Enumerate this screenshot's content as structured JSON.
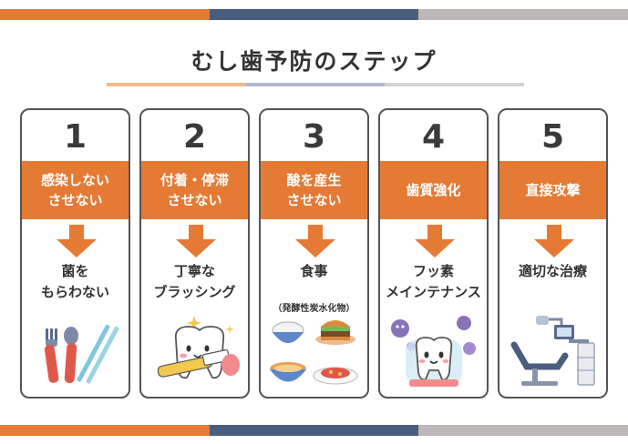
{
  "title": "むし歯予防のステップ",
  "colors": {
    "orange": "#E57A35",
    "navy": "#4B5D7E",
    "gray": "#BDB8B8",
    "peach": "#F2B98E",
    "lavender": "#B3B6D4"
  },
  "steps": [
    {
      "number": "1",
      "band": "感染しない\nさせない",
      "result": "菌を\nもらわない",
      "sub": "",
      "illustration": "utensils-icon"
    },
    {
      "number": "2",
      "band": "付着・停滞\nさせない",
      "result": "丁寧な\nブラッシング",
      "sub": "",
      "illustration": "tooth-brushing-icon"
    },
    {
      "number": "3",
      "band": "酸を産生\nさせない",
      "result": "食事",
      "sub": "（発酵性炭水化物）",
      "illustration": "food-icon"
    },
    {
      "number": "4",
      "band": "歯質強化",
      "result": "フッ素\nメインテナンス",
      "sub": "",
      "illustration": "tooth-germs-icon"
    },
    {
      "number": "5",
      "band": "直接攻撃",
      "result": "適切な治療",
      "sub": "",
      "illustration": "dental-chair-icon"
    }
  ]
}
